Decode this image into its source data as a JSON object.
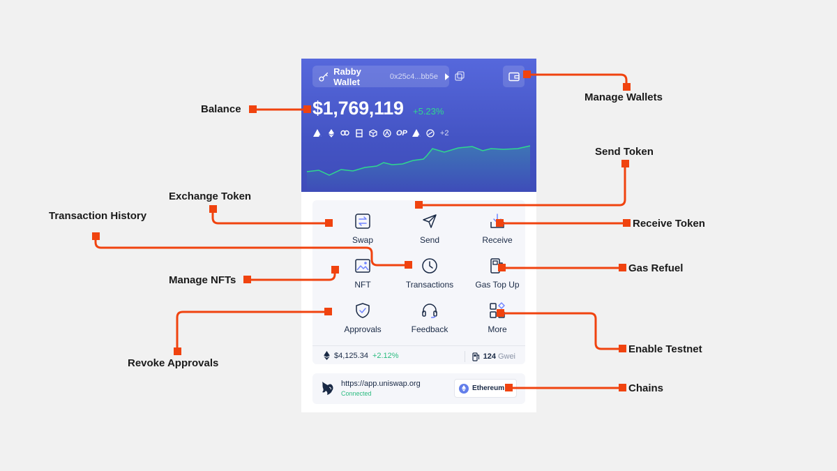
{
  "header": {
    "wallet_name": "Rabby Wallet",
    "address": "0x25c4...bb5e",
    "balance": "$1,769,119",
    "change": "+5.23%",
    "chains_more": "+2",
    "op_label": "OP"
  },
  "actions": [
    {
      "label": "Swap",
      "icon": "swap-icon"
    },
    {
      "label": "Send",
      "icon": "send-icon"
    },
    {
      "label": "Receive",
      "icon": "receive-icon"
    },
    {
      "label": "NFT",
      "icon": "nft-icon"
    },
    {
      "label": "Transactions",
      "icon": "clock-icon"
    },
    {
      "label": "Gas Top Up",
      "icon": "gas-pump-icon"
    },
    {
      "label": "Approvals",
      "icon": "shield-check-icon"
    },
    {
      "label": "Feedback",
      "icon": "headset-icon"
    },
    {
      "label": "More",
      "icon": "grid-icon"
    }
  ],
  "footer": {
    "eth_price": "$4,125.34",
    "eth_change": "+2.12%",
    "gas_value": "124",
    "gas_unit": "Gwei"
  },
  "dapp": {
    "url": "https://app.uniswap.org",
    "status": "Connected",
    "chain": "Ethereum"
  },
  "callouts": {
    "balance": "Balance",
    "manage_wallets": "Manage Wallets",
    "send_token": "Send Token",
    "exchange_token": "Exchange Token",
    "transaction_history": "Transaction History",
    "receive_token": "Receive Token",
    "manage_nfts": "Manage NFTs",
    "gas_refuel": "Gas Refuel",
    "revoke_approvals": "Revoke Approvals",
    "enable_testnet": "Enable Testnet",
    "chains": "Chains"
  },
  "colors": {
    "header_blue": "#4f60d6",
    "positive_green": "#2fd88d",
    "accent_orange": "#f0430f",
    "icon_blue": "#7084ff"
  }
}
